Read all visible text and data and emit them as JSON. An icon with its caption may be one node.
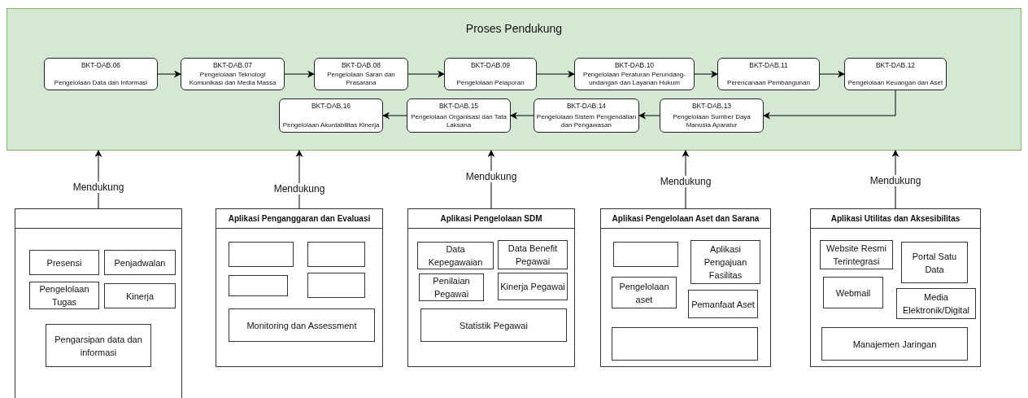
{
  "diagram": {
    "nodes": [
      {
        "text": [
          "Proses Pendukung"
        ]
      },
      {
        "text": [
          "BKT-DAB.06",
          "Pengelolaan Data dan Informasi"
        ],
        "in": 0
      },
      {
        "text": [
          "BKT-DAB.07",
          "Pengelolaan Teknologi Komunikasi dan Media Massa"
        ],
        "in": 0
      },
      {
        "text": [
          "BKT-DAB.08",
          "Pengelolaan Saran dan Prasarana"
        ],
        "in": 0
      },
      {
        "text": [
          "BKT-DAB.09",
          "Pengelolaan Pelaporan"
        ],
        "in": 0
      },
      {
        "text": [
          "BKT-DAB.10",
          "Pengelolaan Peraturan Perundang-undangan dan Layanan Hukum"
        ],
        "in": 0
      },
      {
        "text": [
          "BKT-DAB.11",
          "Perencanaan Pembangunan"
        ],
        "in": 0
      },
      {
        "text": [
          "BKT-DAB.12",
          "Pengelolaan Keuangan dan Aset"
        ],
        "in": 0
      },
      {
        "text": [
          "BKT-DAB.16",
          "Pengelolaan Akuntabilitas Kinerja"
        ],
        "in": 0
      },
      {
        "text": [
          "BKT-DAB.15",
          "Pengelolaan Organisasi dan Tata Laksana"
        ],
        "in": 0
      },
      {
        "text": [
          "BKT-DAB.14",
          "Pengelolaan Sistem Pengendalian dan Pengawasan"
        ],
        "in": 0
      },
      {
        "text": [
          "BKT-DAB.13",
          "Pengelolaan Sumber Daya Manusia Aparatur"
        ],
        "in": 0
      },
      {
        "text": [],
        "shape": "box"
      },
      {
        "text": [
          "Presensi"
        ],
        "in": 12
      },
      {
        "text": [
          "Penjadwalan"
        ],
        "in": 12
      },
      {
        "text": [
          "Pengelolaan Tugas"
        ],
        "in": 12
      },
      {
        "text": [
          "Kinerja"
        ],
        "in": 12
      },
      {
        "text": [
          "Pengarsipan data dan informasi"
        ],
        "in": 12
      },
      {
        "text": [
          "Aplikasi Penganggaran dan Evaluasi"
        ]
      },
      {
        "text": [],
        "shape": "box",
        "in": 18
      },
      {
        "text": [],
        "shape": "box",
        "in": 18
      },
      {
        "text": [],
        "shape": "box",
        "in": 18
      },
      {
        "text": [],
        "shape": "box",
        "in": 18
      },
      {
        "text": [
          "Monitoring dan Assessment"
        ],
        "in": 18
      },
      {
        "text": [
          "Aplikasi Pengelolaan SDM"
        ]
      },
      {
        "text": [
          "Data Kepegawaian"
        ],
        "in": 24
      },
      {
        "text": [
          "Data Benefit Pegawai"
        ],
        "in": 24
      },
      {
        "text": [
          "Penilaian Pegawai"
        ],
        "in": 24
      },
      {
        "text": [
          "Kinerja Pegawai"
        ],
        "in": 24
      },
      {
        "text": [
          "Statistik Pegawai"
        ],
        "in": 24
      },
      {
        "text": [
          "Aplikasi Pengelolaan Aset dan Sarana"
        ]
      },
      {
        "text": [],
        "shape": "box",
        "in": 30
      },
      {
        "text": [
          "Aplikasi Pengajuan Fasilitas"
        ],
        "in": 30
      },
      {
        "text": [
          "Pengelolaan aset"
        ],
        "in": 30
      },
      {
        "text": [
          "Pemanfaat Aset"
        ],
        "in": 30
      },
      {
        "text": [],
        "shape": "box",
        "in": 30
      },
      {
        "text": [
          "Aplikasi Utilitas dan Aksesibilitas"
        ]
      },
      {
        "text": [
          "Website Resmi Terintegrasi"
        ],
        "in": 36
      },
      {
        "text": [
          "Portal Satu Data"
        ],
        "in": 36
      },
      {
        "text": [
          "Webmail"
        ],
        "in": 36
      },
      {
        "text": [
          "Media Elektronik/Digital"
        ],
        "in": 36
      },
      {
        "text": [
          "Manajemen Jaringan"
        ],
        "in": 36
      }
    ],
    "edges": [
      {
        "from": 1,
        "to": 2,
        "arrow": "to"
      },
      {
        "from": 2,
        "to": 3,
        "arrow": "to"
      },
      {
        "from": 3,
        "to": 4,
        "arrow": "to"
      },
      {
        "from": 4,
        "to": 5,
        "arrow": "to"
      },
      {
        "from": 5,
        "to": 6,
        "arrow": "to"
      },
      {
        "from": 6,
        "to": 7,
        "arrow": "to"
      },
      {
        "from": 7,
        "to": 11,
        "arrow": "to"
      },
      {
        "from": 11,
        "to": 10,
        "arrow": "to"
      },
      {
        "from": 10,
        "to": 9,
        "arrow": "to"
      },
      {
        "from": 9,
        "to": 8,
        "arrow": "to"
      },
      {
        "from": 12,
        "to": 0,
        "arrow": "to",
        "label": "Mendukung"
      },
      {
        "from": 18,
        "to": 0,
        "arrow": "to",
        "label": "Mendukung"
      },
      {
        "from": 24,
        "to": 0,
        "arrow": "to",
        "label": "Mendukung"
      },
      {
        "from": 30,
        "to": 0,
        "arrow": "to",
        "label": "Mendukung"
      },
      {
        "from": 36,
        "to": 0,
        "arrow": "to",
        "label": "Mendukung"
      }
    ]
  }
}
